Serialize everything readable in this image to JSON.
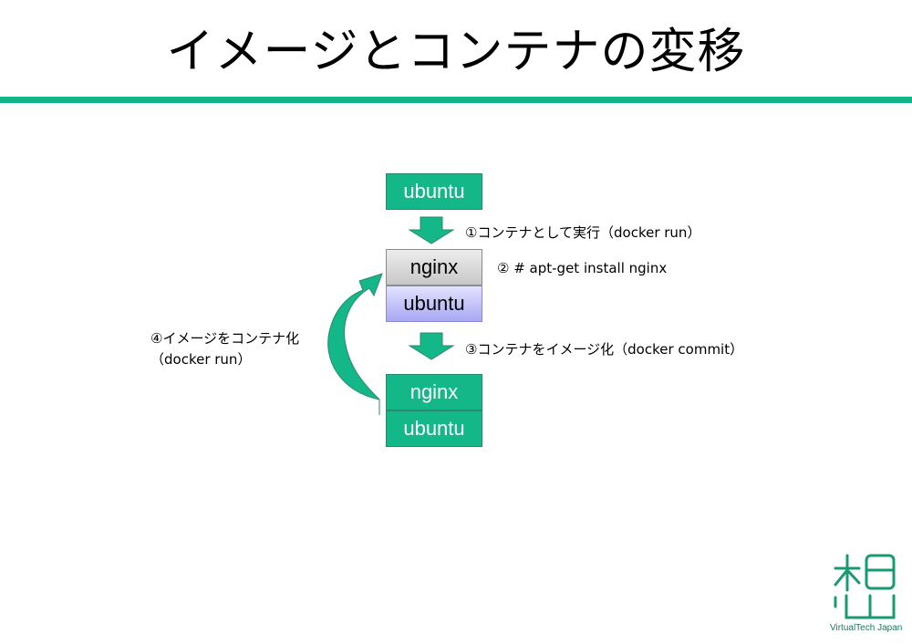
{
  "title": "イメージとコンテナの変移",
  "colors": {
    "accent": "#15b58a",
    "box_green": "#14b788",
    "arrow_green": "#14b788"
  },
  "boxes": {
    "top_ubuntu": "ubuntu",
    "middle_nginx": "nginx",
    "middle_ubuntu": "ubuntu",
    "bottom_nginx": "nginx",
    "bottom_ubuntu": "ubuntu"
  },
  "steps": {
    "step1": "①コンテナとして実行（docker run）",
    "step2": "② # apt-get install nginx",
    "step3": "③コンテナをイメージ化（docker commit）",
    "step4_line1": "④イメージをコンテナ化",
    "step4_line2": "（docker run）"
  },
  "logo": {
    "text": "VirtualTech Japan"
  }
}
